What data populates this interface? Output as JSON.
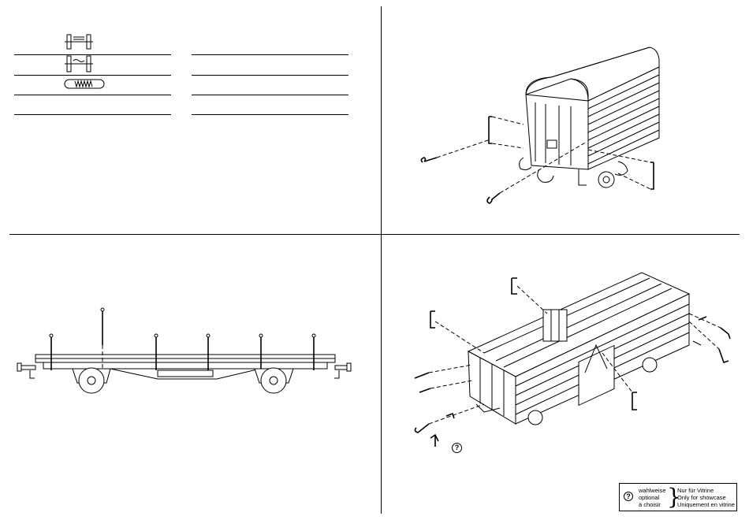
{
  "legend": {
    "symbol": "?",
    "optional_labels": [
      "wahlweise",
      "optional",
      "à choisir"
    ],
    "showcase_labels": [
      "Nur für Vitrine",
      "Only for showcase",
      "Uniquement en vitrine"
    ]
  },
  "callout": {
    "symbol": "?"
  },
  "parts_table": {
    "rows": 4,
    "items": [
      {
        "icon": "wheelset-dc-icon"
      },
      {
        "icon": "wheelset-ac-icon"
      },
      {
        "icon": "coupler-spring-icon"
      }
    ]
  }
}
